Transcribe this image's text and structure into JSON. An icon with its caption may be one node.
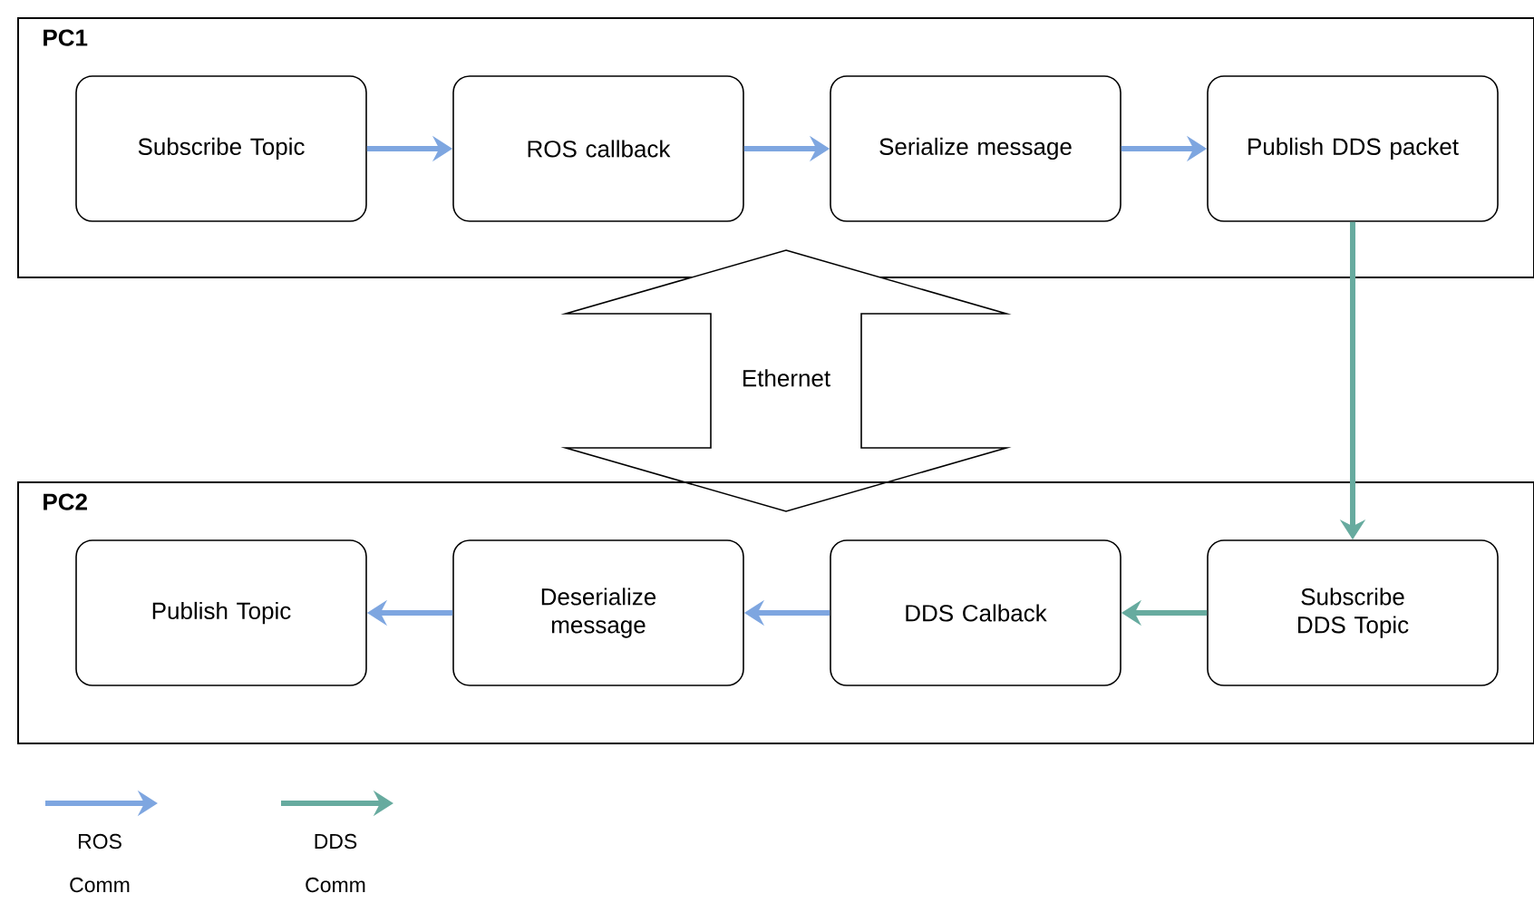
{
  "diagram": {
    "nodes": [
      {
        "text": [
          "PC1"
        ]
      },
      {
        "text": [
          "Subscribe Topic"
        ],
        "in": 0
      },
      {
        "text": [
          "ROS callback"
        ],
        "in": 0
      },
      {
        "text": [
          "Serialize message"
        ],
        "in": 0
      },
      {
        "text": [
          "Publish DDS packet"
        ],
        "in": 0
      },
      {
        "text": [
          "Ethernet"
        ]
      },
      {
        "text": [
          "PC2"
        ]
      },
      {
        "text": [
          "Publish Topic"
        ],
        "in": 6
      },
      {
        "text": [
          "Deserialize message"
        ],
        "in": 6
      },
      {
        "text": [
          "DDS Calback"
        ],
        "in": 6
      },
      {
        "text": [
          "Subscribe DDS Topic"
        ],
        "in": 6
      }
    ],
    "edges": [
      {
        "from": 1,
        "to": 2,
        "arrow": "to"
      },
      {
        "from": 2,
        "to": 3,
        "arrow": "to"
      },
      {
        "from": 3,
        "to": 4,
        "arrow": "to"
      },
      {
        "from": 4,
        "to": 10,
        "arrow": "to",
        "color": "#67ab9f"
      },
      {
        "from": 10,
        "to": 9,
        "arrow": "to",
        "color": "#67ab9f"
      },
      {
        "from": 9,
        "to": 8,
        "arrow": "to"
      },
      {
        "from": 8,
        "to": 7,
        "arrow": "to"
      }
    ],
    "legend": [
      {
        "text": "ROS Comm"
      },
      {
        "text": "DDS Comm"
      }
    ]
  }
}
